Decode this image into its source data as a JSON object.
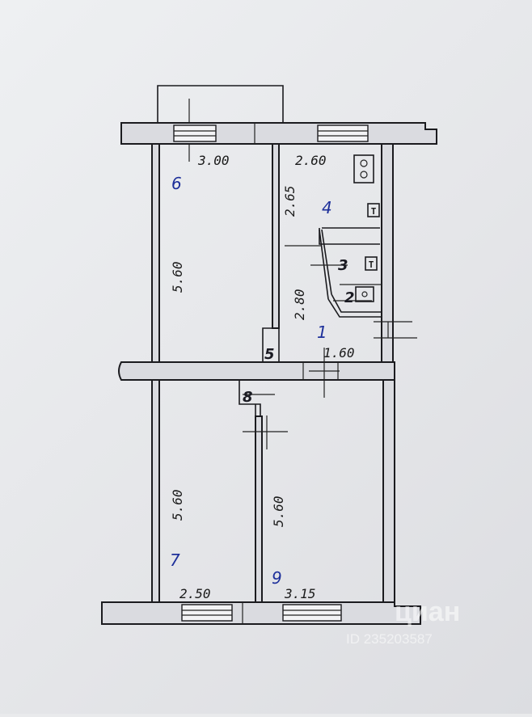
{
  "rooms": {
    "r1": "1",
    "r2": "2",
    "r3": "3",
    "r4": "4",
    "r5": "5",
    "r6": "6",
    "r7": "7",
    "r8": "8",
    "r9": "9"
  },
  "dimensions": {
    "room6_width": "3.00",
    "room4_width": "2.60",
    "room6_length": "5.60",
    "room4_length": "2.65",
    "hall_length": "2.80",
    "hall_width": "1.60",
    "room7_length": "5.60",
    "room9_length": "5.60",
    "room7_width": "2.50",
    "room9_width": "3.15"
  },
  "fixtures": {
    "riser_top": "T",
    "riser_mid": "T"
  },
  "watermark": {
    "brand": "циан",
    "id": "ID 235203587"
  }
}
